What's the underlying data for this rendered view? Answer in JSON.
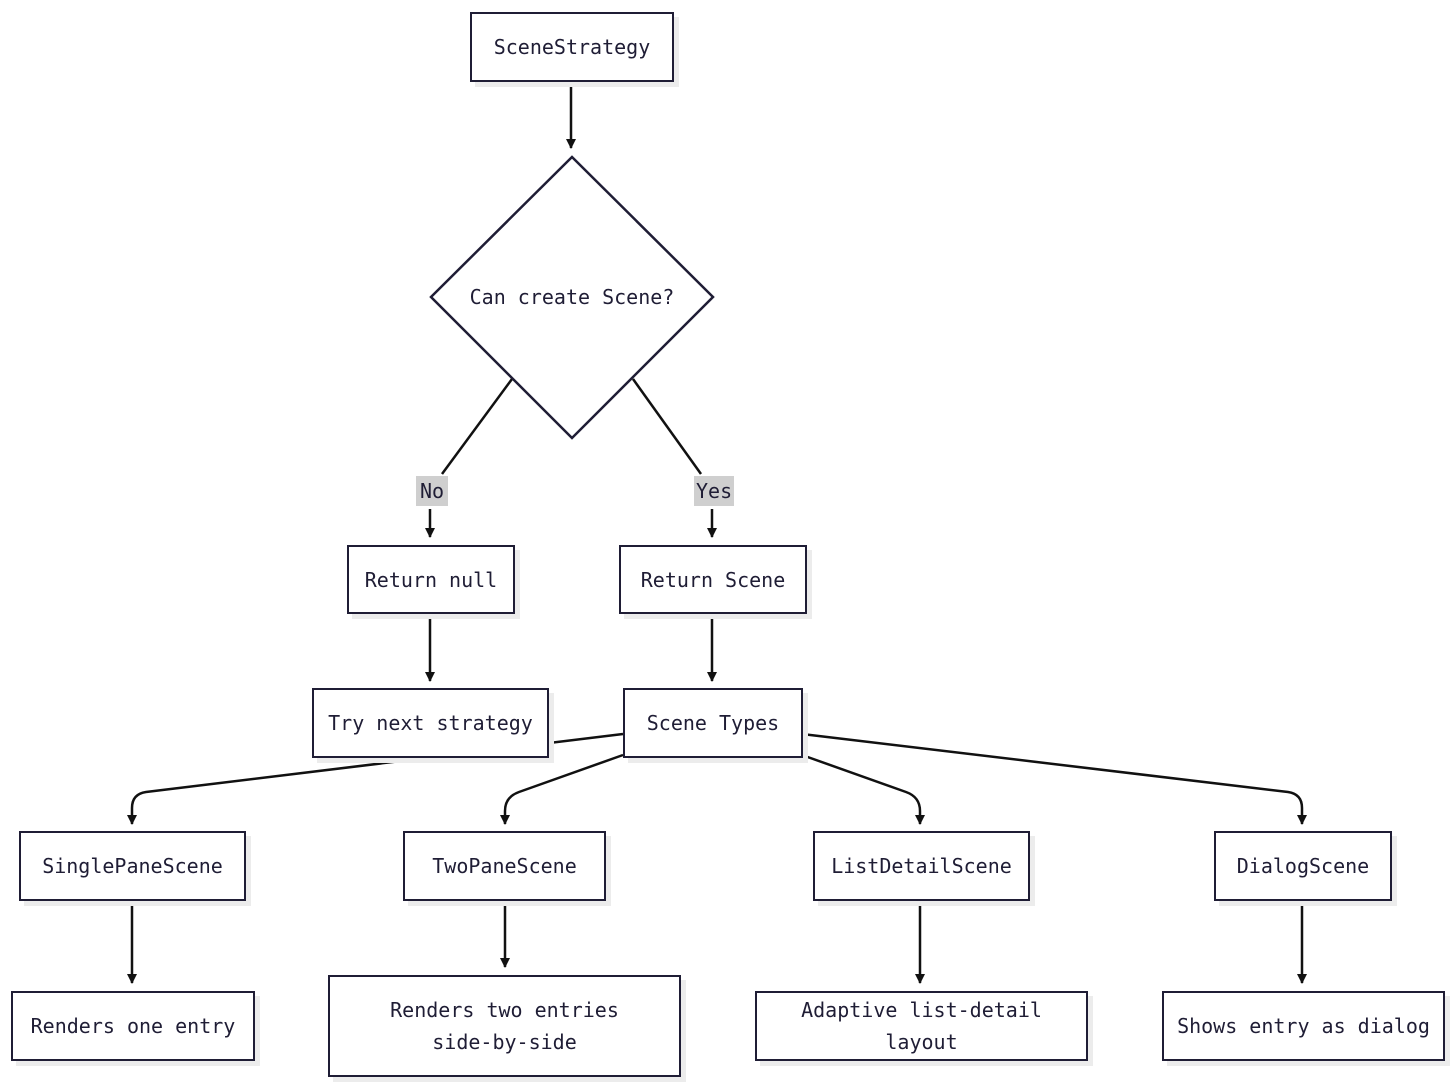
{
  "nodes": {
    "scene_strategy": "SceneStrategy",
    "decision": "Can create Scene?",
    "return_null": "Return null",
    "return_scene": "Return Scene",
    "try_next": "Try next strategy",
    "scene_types": "Scene Types",
    "single_pane": "SinglePaneScene",
    "two_pane": "TwoPaneScene",
    "list_detail": "ListDetailScene",
    "dialog": "DialogScene",
    "renders_one": "Renders one entry",
    "renders_two": "Renders two entries side-by-side",
    "adaptive": "Adaptive list-detail layout",
    "shows_dialog": "Shows entry as dialog"
  },
  "edge_labels": {
    "no": "No",
    "yes": "Yes"
  },
  "colors": {
    "stroke": "#1f1d35",
    "label_bg": "#cfcfcf",
    "shadow": "#ececec"
  }
}
